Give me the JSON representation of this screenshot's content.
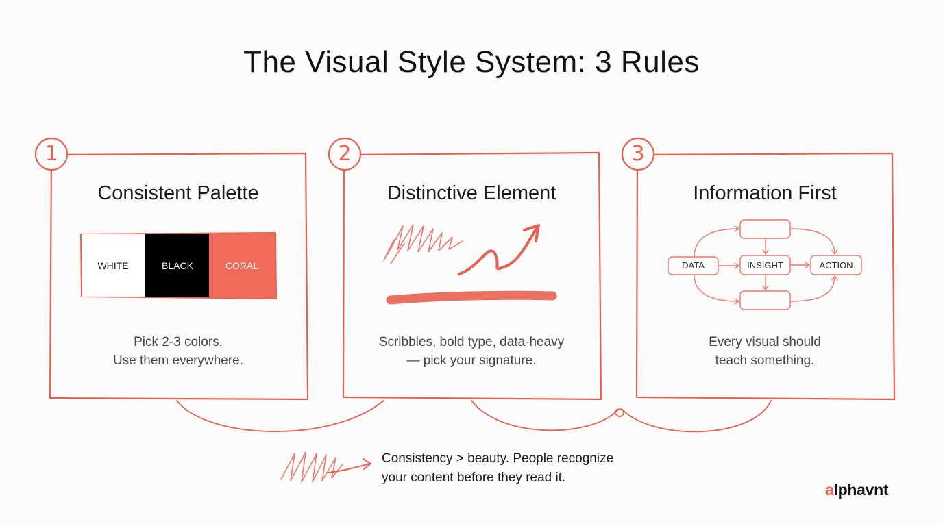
{
  "title": "The Visual Style System: 3 Rules",
  "accent_color": "#e8604f",
  "rules": [
    {
      "number": "1",
      "title": "Consistent Palette",
      "caption_line1": "Pick 2-3 colors.",
      "caption_line2": "Use them everywhere.",
      "swatches": [
        {
          "label": "WHITE",
          "color": "#ffffff"
        },
        {
          "label": "BLACK",
          "color": "#000000"
        },
        {
          "label": "CORAL",
          "color": "#f26a5a"
        }
      ]
    },
    {
      "number": "2",
      "title": "Distinctive Element",
      "caption_line1": "Scribbles, bold type, data-heavy",
      "caption_line2": "— pick your signature."
    },
    {
      "number": "3",
      "title": "Information First",
      "caption_line1": "Every visual should",
      "caption_line2": "teach something.",
      "flow": {
        "data": "DATA",
        "insight": "INSIGHT",
        "action": "ACTION"
      }
    }
  ],
  "footer": {
    "line1": "Consistency > beauty. People recognize",
    "line2": "your content before they read it."
  },
  "logo": {
    "accent": "a",
    "rest": "lphavnt"
  }
}
